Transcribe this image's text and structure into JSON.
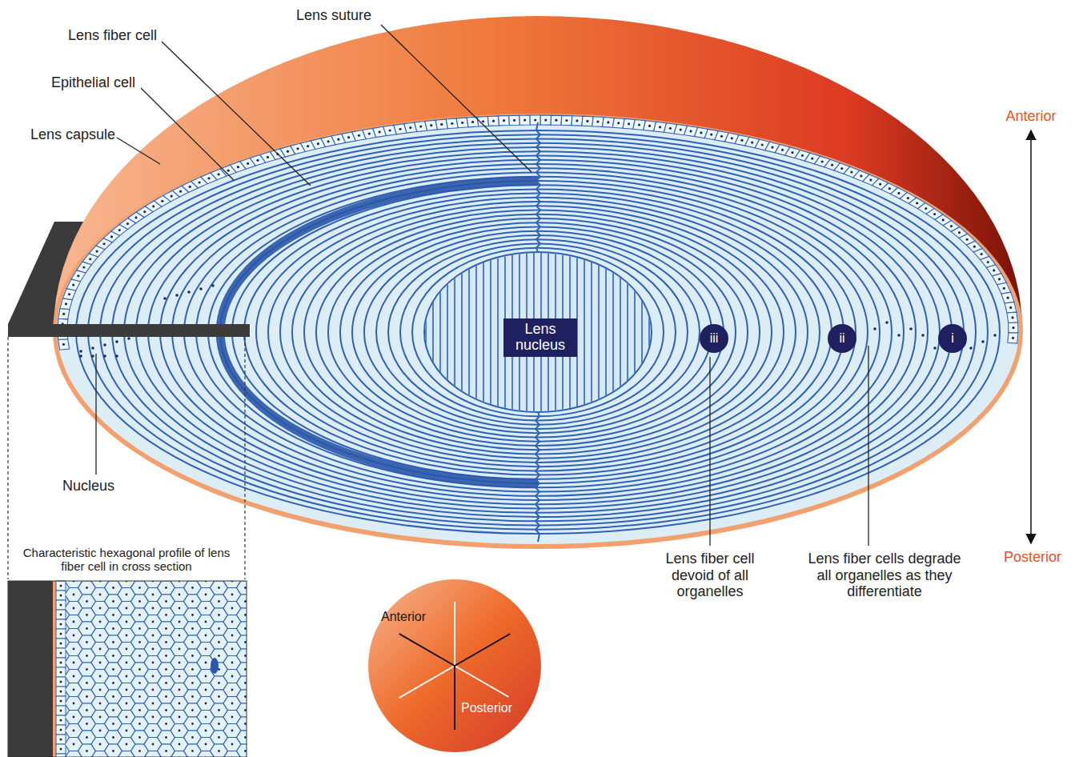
{
  "diagram": {
    "nodes": [
      {
        "text": [
          "Lens nucleus"
        ]
      },
      {
        "text": [
          "iii"
        ]
      },
      {
        "text": [
          "ii"
        ]
      },
      {
        "text": [
          "i"
        ]
      },
      {
        "text": [
          "Anterior",
          "Posterior"
        ]
      }
    ],
    "labels": [
      "Lens suture",
      "Lens fiber cell",
      "Epithelial cell",
      "Lens capsule",
      "Anterior",
      "Posterior",
      "Nucleus",
      "Characteristic hexagonal profile of lens fiber cell in cross section",
      "Lens fiber cell devoid of all organelles",
      "Lens fiber cells degrade all organelles as they differentiate"
    ]
  }
}
